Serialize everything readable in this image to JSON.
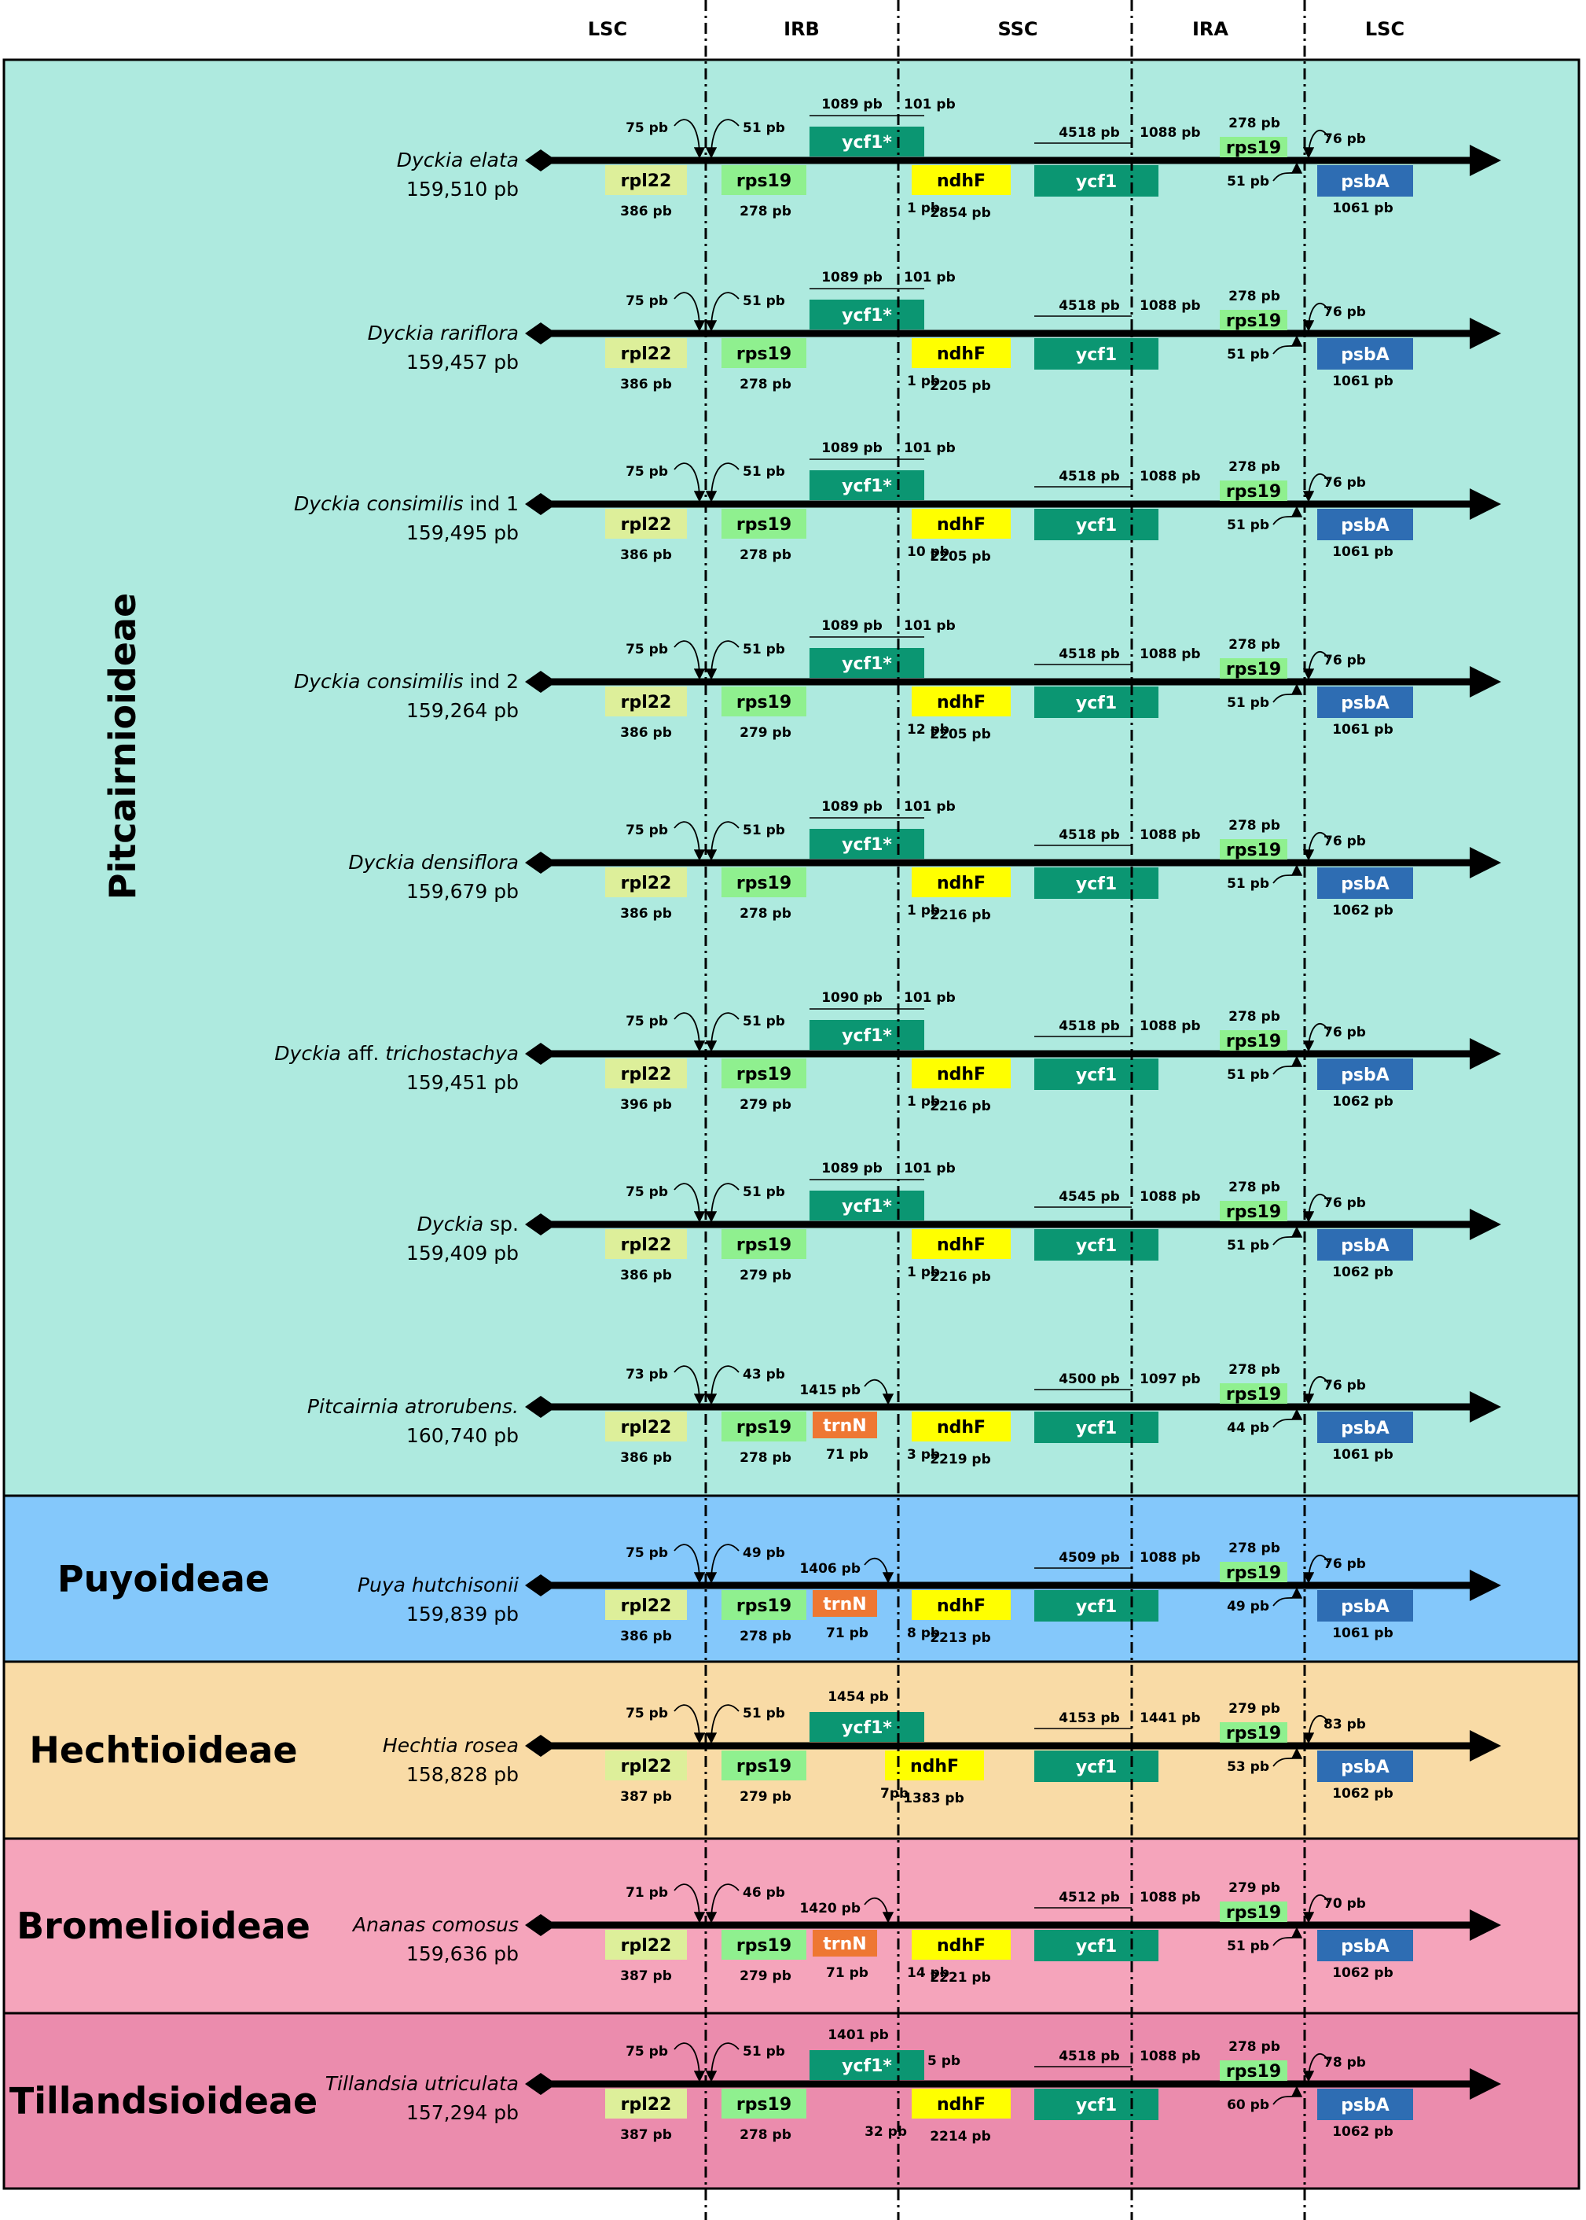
{
  "regions": [
    "LSC",
    "IRB",
    "SSC",
    "IRA",
    "LSC"
  ],
  "colors": {
    "pitcairnioideae": "#aeeadf",
    "puyoideae": "#84c8fb",
    "hechtioideae": "#f9dba6",
    "bromelioideae": "#f5a4bb",
    "tillandsioideae": "#eb8cad",
    "rpl22": "#ddef9a",
    "rps19": "#8ff08f",
    "ycf1": "#0b9672",
    "ndhF": "#ffff00",
    "trnN": "#ee7733",
    "psbA": "#2e6db3",
    "genome_line": "#000000"
  },
  "subfamilies": [
    {
      "name": "Pitcairnioideae",
      "color": "pitcairnioideae",
      "orientation": "vertical"
    },
    {
      "name": "Puyoideae",
      "color": "puyoideae",
      "orientation": "horizontal"
    },
    {
      "name": "Hechtioideae",
      "color": "hechtioideae",
      "orientation": "horizontal"
    },
    {
      "name": "Bromelioideae",
      "color": "bromelioideae",
      "orientation": "horizontal"
    },
    {
      "name": "Tillandsioideae",
      "color": "tillandsioideae",
      "orientation": "horizontal"
    }
  ],
  "species": [
    {
      "genus": "Dyckia",
      "epithet": "elata",
      "suffix": "",
      "size": "159,510 pb",
      "genes": [
        {
          "name": "rpl22",
          "label": "386 pb"
        },
        {
          "name": "rps19",
          "label": "278 pb"
        },
        {
          "name": "ycf1*",
          "label": "1089 pb",
          "extra": "101 pb"
        },
        {
          "name": "ndhF",
          "label": "2854 pb",
          "extra": "1 pb"
        },
        {
          "name": "ycf1",
          "label": "4518 pb",
          "extra": "1088 pb"
        },
        {
          "name": "rps19",
          "label": "278 pb",
          "extra": "51 pb"
        },
        {
          "name": "psbA",
          "label": "1061 pb",
          "extra": "76 pb"
        }
      ],
      "j1": "75 pb",
      "j2": "51 pb"
    },
    {
      "genus": "Dyckia",
      "epithet": "rariflora",
      "suffix": "",
      "size": "159,457 pb",
      "genes": [
        {
          "name": "rpl22",
          "label": "386 pb"
        },
        {
          "name": "rps19",
          "label": "278 pb"
        },
        {
          "name": "ycf1*",
          "label": "1089 pb",
          "extra": "101 pb"
        },
        {
          "name": "ndhF",
          "label": "2205 pb",
          "extra": "1 pb"
        },
        {
          "name": "ycf1",
          "label": "4518 pb",
          "extra": "1088 pb"
        },
        {
          "name": "rps19",
          "label": "278 pb",
          "extra": "51 pb"
        },
        {
          "name": "psbA",
          "label": "1061 pb",
          "extra": "76 pb"
        }
      ],
      "j1": "75 pb",
      "j2": "51 pb"
    },
    {
      "genus": "Dyckia",
      "epithet": "consimilis",
      "suffix": " ind 1",
      "size": "159,495 pb",
      "genes": [
        {
          "name": "rpl22",
          "label": "386 pb"
        },
        {
          "name": "rps19",
          "label": "278 pb"
        },
        {
          "name": "ycf1*",
          "label": "1089 pb",
          "extra": "101 pb"
        },
        {
          "name": "ndhF",
          "label": "2205 pb",
          "extra": "10 pb"
        },
        {
          "name": "ycf1",
          "label": "4518 pb",
          "extra": "1088 pb"
        },
        {
          "name": "rps19",
          "label": "278 pb",
          "extra": "51 pb"
        },
        {
          "name": "psbA",
          "label": "1061 pb",
          "extra": "76 pb"
        }
      ],
      "j1": "75 pb",
      "j2": "51 pb"
    },
    {
      "genus": "Dyckia",
      "epithet": "consimilis",
      "suffix": " ind 2",
      "size": "159,264 pb",
      "genes": [
        {
          "name": "rpl22",
          "label": "386 pb"
        },
        {
          "name": "rps19",
          "label": "279 pb"
        },
        {
          "name": "ycf1*",
          "label": "1089 pb",
          "extra": "101 pb"
        },
        {
          "name": "ndhF",
          "label": "2205 pb",
          "extra": "12 pb"
        },
        {
          "name": "ycf1",
          "label": "4518 pb",
          "extra": "1088 pb"
        },
        {
          "name": "rps19",
          "label": "278 pb",
          "extra": "51 pb"
        },
        {
          "name": "psbA",
          "label": "1061 pb",
          "extra": "76 pb"
        }
      ],
      "j1": "75 pb",
      "j2": "51 pb"
    },
    {
      "genus": "Dyckia",
      "epithet": "densiflora",
      "suffix": "",
      "size": "159,679 pb",
      "genes": [
        {
          "name": "rpl22",
          "label": "386 pb"
        },
        {
          "name": "rps19",
          "label": "278 pb"
        },
        {
          "name": "ycf1*",
          "label": "1089 pb",
          "extra": "101 pb"
        },
        {
          "name": "ndhF",
          "label": "2216 pb",
          "extra": "1 pb"
        },
        {
          "name": "ycf1",
          "label": "4518 pb",
          "extra": "1088 pb"
        },
        {
          "name": "rps19",
          "label": "278 pb",
          "extra": "51 pb"
        },
        {
          "name": "psbA",
          "label": "1062 pb",
          "extra": "76 pb"
        }
      ],
      "j1": "75 pb",
      "j2": "51 pb"
    },
    {
      "genus": "Dyckia",
      "epithet": "trichostachya",
      "prefix": " aff. ",
      "suffix": "",
      "size": "159,451 pb",
      "genes": [
        {
          "name": "rpl22",
          "label": "396 pb"
        },
        {
          "name": "rps19",
          "label": "279 pb"
        },
        {
          "name": "ycf1*",
          "label": "1090 pb",
          "extra": "101 pb"
        },
        {
          "name": "ndhF",
          "label": "2216 pb",
          "extra": "1 pb"
        },
        {
          "name": "ycf1",
          "label": "4518 pb",
          "extra": "1088 pb"
        },
        {
          "name": "rps19",
          "label": "278 pb",
          "extra": "51 pb"
        },
        {
          "name": "psbA",
          "label": "1062 pb",
          "extra": "76 pb"
        }
      ],
      "j1": "75 pb",
      "j2": "51 pb"
    },
    {
      "genus": "Dyckia",
      "epithet": "",
      "suffix": " sp.",
      "size": "159,409 pb",
      "genes": [
        {
          "name": "rpl22",
          "label": "386 pb"
        },
        {
          "name": "rps19",
          "label": "279 pb"
        },
        {
          "name": "ycf1*",
          "label": "1089 pb",
          "extra": "101 pb"
        },
        {
          "name": "ndhF",
          "label": "2216 pb",
          "extra": "1 pb"
        },
        {
          "name": "ycf1",
          "label": "4545 pb",
          "extra": "1088 pb"
        },
        {
          "name": "rps19",
          "label": "278 pb",
          "extra": "51 pb"
        },
        {
          "name": "psbA",
          "label": "1062 pb",
          "extra": "76 pb"
        }
      ],
      "j1": "75 pb",
      "j2": "51 pb"
    },
    {
      "genus": "Pitcairnia",
      "epithet": "atrorubens.",
      "suffix": "",
      "size": "160,740 pb",
      "genes": [
        {
          "name": "rpl22",
          "label": "386 pb"
        },
        {
          "name": "rps19",
          "label": "278 pb"
        },
        {
          "name": "trnN",
          "label": "71 pb",
          "extra": "1415 pb"
        },
        {
          "name": "ndhF",
          "label": "2219 pb",
          "extra": "3 pb"
        },
        {
          "name": "ycf1",
          "label": "4500 pb",
          "extra": "1097 pb"
        },
        {
          "name": "rps19",
          "label": "278 pb",
          "extra": "44 pb"
        },
        {
          "name": "psbA",
          "label": "1061 pb",
          "extra": "76 pb"
        }
      ],
      "j1": "73 pb",
      "j2": "43 pb"
    },
    {
      "genus": "Puya",
      "epithet": "hutchisonii",
      "suffix": "",
      "size": "159,839 pb",
      "genes": [
        {
          "name": "rpl22",
          "label": "386 pb"
        },
        {
          "name": "rps19",
          "label": "278 pb"
        },
        {
          "name": "trnN",
          "label": "71 pb",
          "extra": "1406 pb"
        },
        {
          "name": "ndhF",
          "label": "2213 pb",
          "extra": "8 pb"
        },
        {
          "name": "ycf1",
          "label": "4509 pb",
          "extra": "1088 pb"
        },
        {
          "name": "rps19",
          "label": "278 pb",
          "extra": "49 pb"
        },
        {
          "name": "psbA",
          "label": "1061 pb",
          "extra": "76 pb"
        }
      ],
      "j1": "75 pb",
      "j2": "49 pb"
    },
    {
      "genus": "Hechtia",
      "epithet": "rosea",
      "suffix": "",
      "size": "158,828 pb",
      "genes": [
        {
          "name": "rpl22",
          "label": "387 pb"
        },
        {
          "name": "rps19",
          "label": "279 pb"
        },
        {
          "name": "ycf1*",
          "label": "1454 pb"
        },
        {
          "name": "ndhF",
          "label": "1383 pb",
          "extra": "7pb"
        },
        {
          "name": "ycf1",
          "label": "4153 pb",
          "extra": "1441 pb"
        },
        {
          "name": "rps19",
          "label": "279 pb",
          "extra": "53 pb"
        },
        {
          "name": "psbA",
          "label": "1062 pb",
          "extra": "83 pb"
        }
      ],
      "j1": "75 pb",
      "j2": "51 pb"
    },
    {
      "genus": "Ananas",
      "epithet": "comosus",
      "suffix": "",
      "size": "159,636 pb",
      "genes": [
        {
          "name": "rpl22",
          "label": "387 pb"
        },
        {
          "name": "rps19",
          "label": "279 pb"
        },
        {
          "name": "trnN",
          "label": "71 pb",
          "extra": "1420 pb"
        },
        {
          "name": "ndhF",
          "label": "2221 pb",
          "extra": "14 pb"
        },
        {
          "name": "ycf1",
          "label": "4512 pb",
          "extra": "1088 pb"
        },
        {
          "name": "rps19",
          "label": "279 pb",
          "extra": "51 pb"
        },
        {
          "name": "psbA",
          "label": "1062 pb",
          "extra": "70 pb"
        }
      ],
      "j1": "71 pb",
      "j2": "46 pb"
    },
    {
      "genus": "Tillandsia",
      "epithet": "utriculata",
      "suffix": "",
      "size": "157,294 pb",
      "genes": [
        {
          "name": "rpl22",
          "label": "387 pb"
        },
        {
          "name": "rps19",
          "label": "278 pb"
        },
        {
          "name": "ycf1*",
          "label": "1401 pb",
          "extra": "5 pb"
        },
        {
          "name": "ndhF",
          "label": "2214 pb",
          "extra": "32 pb"
        },
        {
          "name": "ycf1",
          "label": "4518 pb",
          "extra": "1088 pb"
        },
        {
          "name": "rps19",
          "label": "278 pb",
          "extra": "60 pb"
        },
        {
          "name": "psbA",
          "label": "1062 pb",
          "extra": "78 pb"
        }
      ],
      "j1": "75 pb",
      "j2": "51 pb"
    }
  ]
}
